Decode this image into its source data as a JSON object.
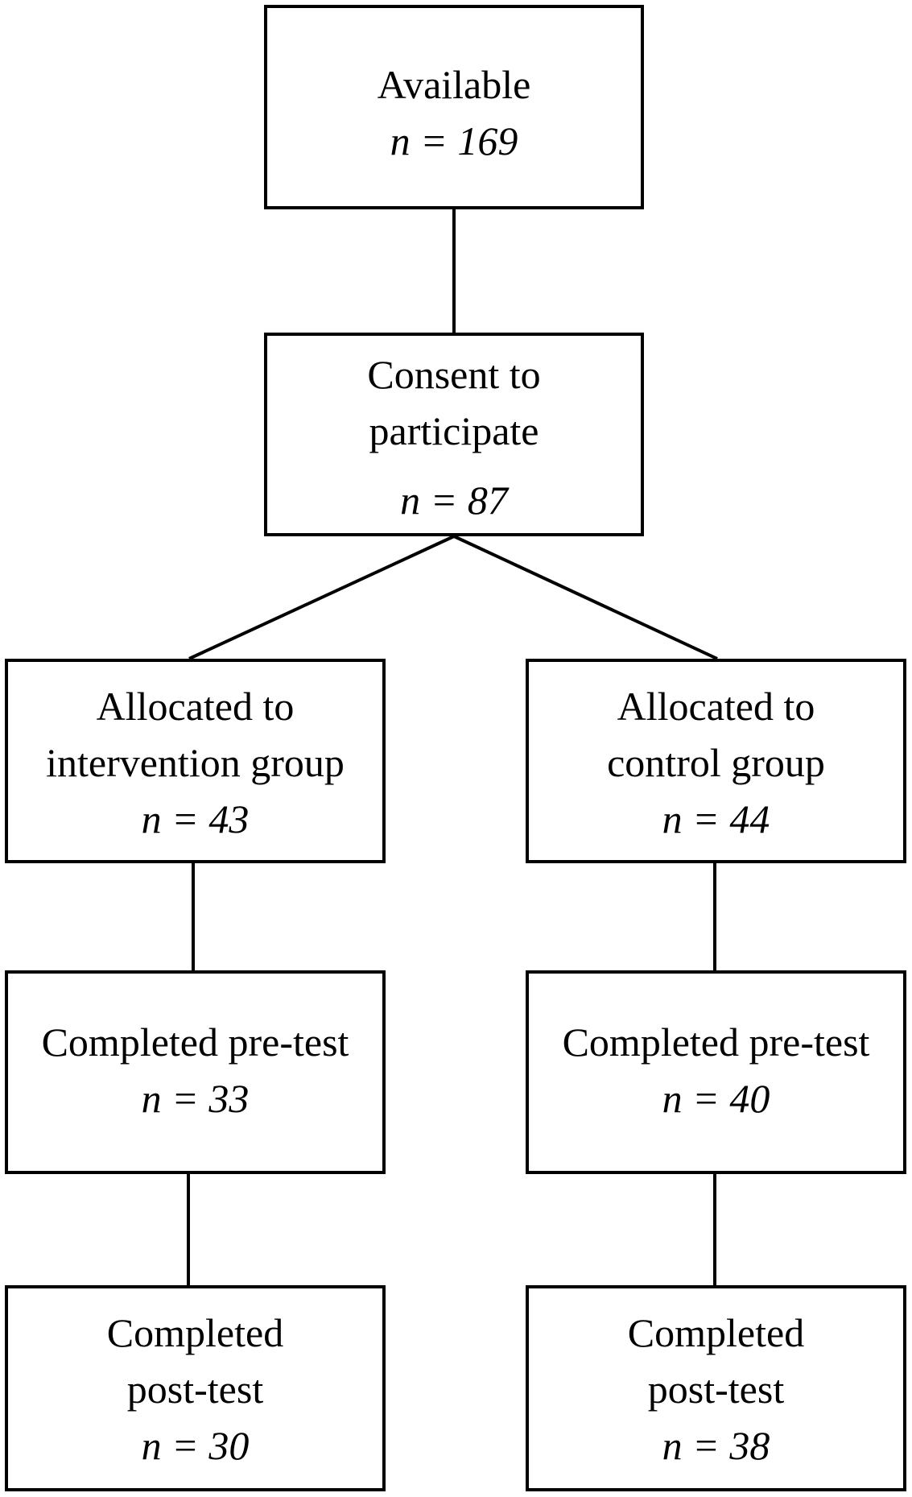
{
  "nodes": {
    "available": {
      "label": [
        "Available"
      ],
      "n": "n = 169"
    },
    "consent": {
      "label": [
        "Consent to",
        "participate"
      ],
      "n": "n = 87"
    },
    "allocated_intervention": {
      "label": [
        "Allocated to",
        "intervention group"
      ],
      "n": "n = 43"
    },
    "allocated_control": {
      "label": [
        "Allocated to",
        "control group"
      ],
      "n": "n = 44"
    },
    "pretest_intervention": {
      "label": [
        "Completed pre-test"
      ],
      "n": "n = 33"
    },
    "pretest_control": {
      "label": [
        "Completed pre-test"
      ],
      "n": "n = 40"
    },
    "posttest_intervention": {
      "label": [
        "Completed",
        "post-test"
      ],
      "n": "n = 30"
    },
    "posttest_control": {
      "label": [
        "Completed",
        "post-test"
      ],
      "n": "n = 38"
    }
  },
  "edges": [
    {
      "from": "available",
      "to": "consent"
    },
    {
      "from": "consent",
      "to": "allocated_intervention"
    },
    {
      "from": "consent",
      "to": "allocated_control"
    },
    {
      "from": "allocated_intervention",
      "to": "pretest_intervention"
    },
    {
      "from": "allocated_control",
      "to": "pretest_control"
    },
    {
      "from": "pretest_intervention",
      "to": "posttest_intervention"
    },
    {
      "from": "pretest_control",
      "to": "posttest_control"
    }
  ]
}
